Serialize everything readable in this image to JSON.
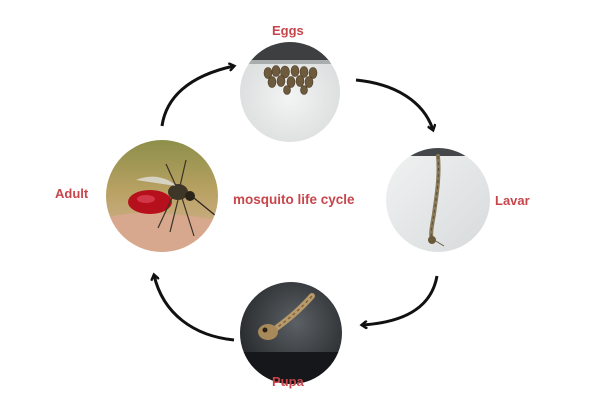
{
  "title": "mosquito life cycle",
  "stages": [
    {
      "id": "eggs",
      "label": "Eggs",
      "icon": "eggs-photo"
    },
    {
      "id": "larva",
      "label": "Lavar",
      "icon": "larva-photo"
    },
    {
      "id": "pupa",
      "label": "Pupa",
      "icon": "pupa-photo"
    },
    {
      "id": "adult",
      "label": "Adult",
      "icon": "adult-mosquito-photo"
    }
  ],
  "colors": {
    "label": "#c8464b",
    "arrow": "#111111"
  }
}
